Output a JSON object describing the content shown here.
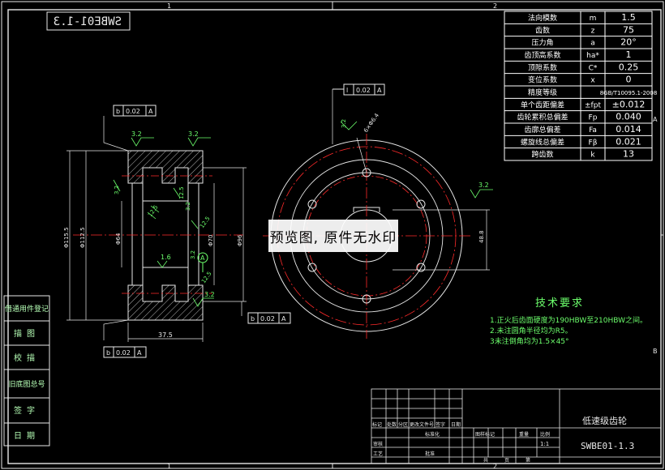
{
  "frame": {
    "zone_top_1": "1",
    "zone_top_2": "2",
    "zone_bottom_1": "1",
    "zone_bottom_2": "2",
    "zone_right_a": "A",
    "zone_right_b": "B",
    "mirrored_code": "SWBE01-1.3"
  },
  "params": [
    {
      "name": "法向模数",
      "symbol": "m",
      "value": "1.5"
    },
    {
      "name": "齿数",
      "symbol": "z",
      "value": "75"
    },
    {
      "name": "压力角",
      "symbol": "a",
      "value": "20°"
    },
    {
      "name": "齿顶高系数",
      "symbol": "ha*",
      "value": "1"
    },
    {
      "name": "顶隙系数",
      "symbol": "C*",
      "value": "0.25"
    },
    {
      "name": "变位系数",
      "symbol": "x",
      "value": "0"
    },
    {
      "name": "精度等级",
      "symbol": "",
      "value": "8GB/T10095.1-2008"
    },
    {
      "name": "单个齿距偏差",
      "symbol": "±fpt",
      "value": "±0.012"
    },
    {
      "name": "齿轮累积总偏差",
      "symbol": "Fp",
      "value": "0.040"
    },
    {
      "name": "齿廓总偏差",
      "symbol": "Fa",
      "value": "0.014"
    },
    {
      "name": "螺旋线总偏差",
      "symbol": "Fβ",
      "value": "0.021"
    },
    {
      "name": "跨齿数",
      "symbol": "k",
      "value": "13"
    }
  ],
  "left_column": [
    "借通用件登记",
    "描图",
    "校描",
    "旧底图总号",
    "签字",
    "日期"
  ],
  "tech_req": {
    "title": "技术要求",
    "items": [
      "1.正火后齿面硬度为190HBW至210HBW之间。",
      "2.未注圆角半径均为R5。",
      "3未注倒角均为1.5×45°"
    ]
  },
  "title_block": {
    "part_name": "低速级齿轮",
    "drawing_no": "SWBE01-1.3",
    "scale": "1:1",
    "lbl_mark": "标记",
    "lbl_count": "处数",
    "lbl_zone": "分区",
    "lbl_doc": "更改文件号",
    "lbl_sign": "签字",
    "lbl_date": "日期",
    "lbl_standard": "标准化",
    "lbl_stage": "图样标记",
    "lbl_weight": "重量",
    "lbl_ratio": "比例",
    "lbl_review": "审核",
    "lbl_process": "工艺",
    "lbl_approve": "批准",
    "lbl_sheets": "共",
    "lbl_sheet": "页",
    "lbl_page": "第"
  },
  "annotations": {
    "tol_left_top": [
      "b",
      "0.02",
      "A"
    ],
    "tol_left_bottom": [
      "b",
      "0.02",
      "A"
    ],
    "tol_right_mid": [
      "b",
      "0.02",
      "A"
    ],
    "tol_front": [
      "l",
      "0.02",
      "A"
    ],
    "rough_1": "3.2",
    "rough_2": "3.2",
    "rough_3": "3.2",
    "rough_4": "3.2",
    "rough_5": "12.5",
    "rough_6": "12.5",
    "rough_7": "12.5",
    "rough_8": "12.5",
    "rough_9": "1.6",
    "rough_10": "3.2",
    "rough_11": "3.2",
    "rough_12": "3.2",
    "rough_13": "3.2",
    "dim_width": "37.5",
    "dim_od": "Φ115.5",
    "dim_d2": "Φ112.5",
    "dim_d3": "Φ64",
    "dim_d4": "Φ70",
    "dim_d5": "Φ96",
    "dim_holes": "6×Φ6.4",
    "dim_bore": "48.8",
    "datum": "A"
  },
  "watermark": "预览图, 原件无水印"
}
